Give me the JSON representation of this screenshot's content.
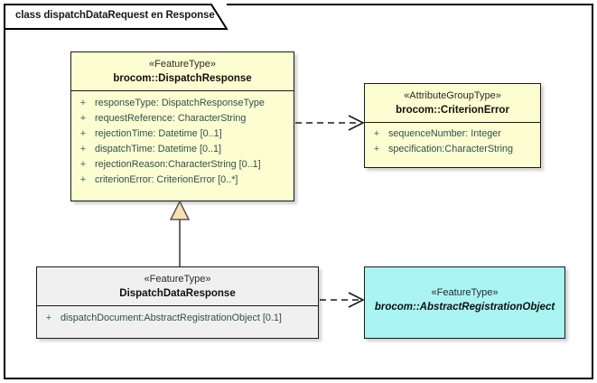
{
  "diagram": {
    "title": "class dispatchDataRequest en Response",
    "frame_border_color": "#000000",
    "background": "#ffffff"
  },
  "classes": [
    {
      "id": "dispatch-response",
      "stereotype": "«FeatureType»",
      "name": "brocom::DispatchResponse",
      "fill": "#fdfdd2",
      "italic": false,
      "attributes": [
        {
          "visibility": "+",
          "text": "responseType: DispatchResponseType"
        },
        {
          "visibility": "+",
          "text": "requestReference: CharacterString"
        },
        {
          "visibility": "+",
          "text": "rejectionTime: Datetime [0..1]"
        },
        {
          "visibility": "+",
          "text": "dispatchTime: Datetime [0..1]"
        },
        {
          "visibility": "+",
          "text": "rejectionReason:CharacterString [0..1]"
        },
        {
          "visibility": "+",
          "text": "criterionError: CriterionError [0..*]"
        }
      ]
    },
    {
      "id": "criterion-error",
      "stereotype": "«AttributeGroupType»",
      "name": "brocom::CriterionError",
      "fill": "#fdfdd2",
      "italic": false,
      "attributes": [
        {
          "visibility": "+",
          "text": "sequenceNumber: Integer"
        },
        {
          "visibility": "+",
          "text": "specification:CharacterString"
        }
      ]
    },
    {
      "id": "dispatch-data-response",
      "stereotype": "«FeatureType»",
      "name": "DispatchDataResponse",
      "fill": "#f0f0f0",
      "italic": false,
      "attributes": [
        {
          "visibility": "+",
          "text": "dispatchDocument:AbstractRegistrationObject [0.1]"
        }
      ]
    },
    {
      "id": "abstract-registration-object",
      "stereotype": "«FeatureType»",
      "name": "brocom::AbstractRegistrationObject",
      "fill": "#aaf4f4",
      "italic": true,
      "attributes": []
    }
  ],
  "connectors": [
    {
      "id": "dependency-dispatchresponse-criterionerror",
      "type": "dependency",
      "style": "dashed-open-arrow",
      "from": "dispatch-response",
      "to": "criterion-error",
      "color": "#1a1a1a"
    },
    {
      "id": "generalization-dispatchdataresponse-dispatchresponse",
      "type": "generalization",
      "style": "solid-closed-triangle",
      "from": "dispatch-data-response",
      "to": "dispatch-response",
      "color": "#555555",
      "arrow_fill": "#fadfb4"
    },
    {
      "id": "dependency-dispatchdataresponse-abstractregistrationobject",
      "type": "dependency",
      "style": "dashed-open-arrow",
      "from": "dispatch-data-response",
      "to": "abstract-registration-object",
      "color": "#1a1a1a"
    }
  ]
}
